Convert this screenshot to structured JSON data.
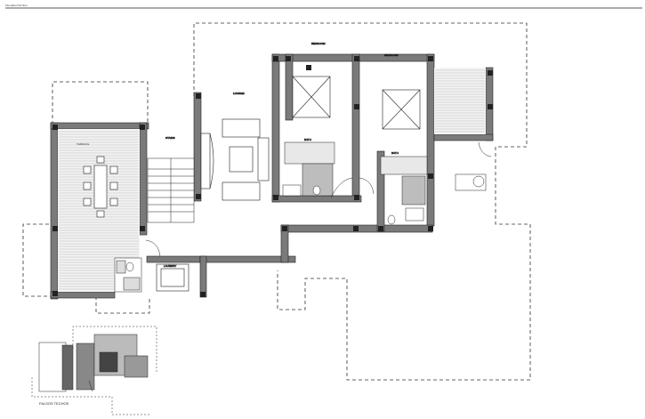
{
  "header": {
    "title": "Floorplan first floor"
  },
  "rooms": {
    "terrace_west": "TERRACE",
    "bedroom_1": "BEDROOM",
    "bedroom_2": "BEDROOM",
    "living": "LOUNGE",
    "stair": "STAIRS",
    "master_bath": "BATH",
    "bath_2": "BATH",
    "laundry": "LAUNDRY"
  },
  "minimap": {
    "caption": "FALSOS TECHOS"
  },
  "colors": {
    "wall": "#7a7a7a",
    "line": "#222222",
    "dashed": "#333333"
  }
}
